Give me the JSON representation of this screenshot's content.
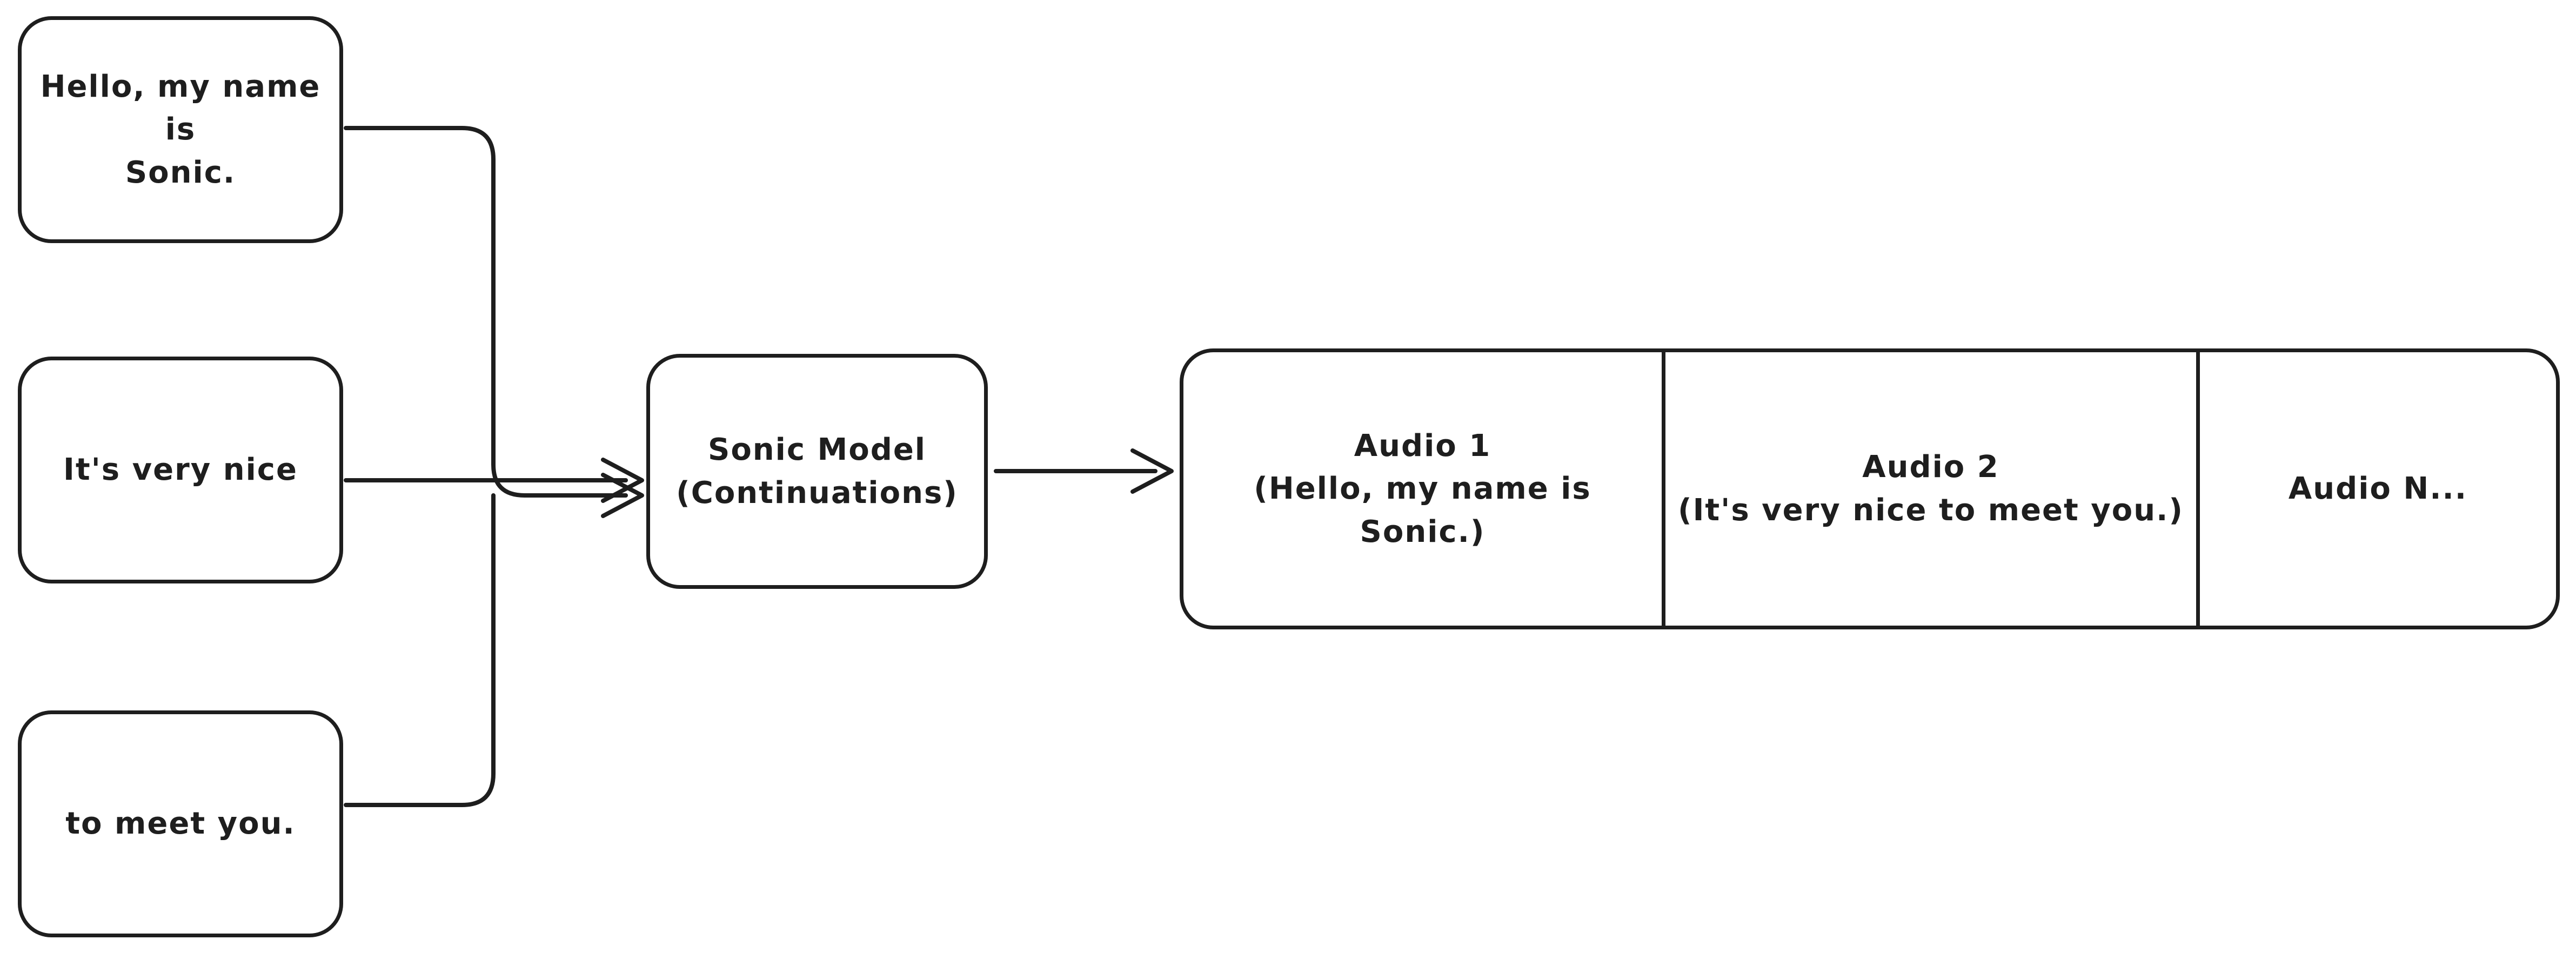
{
  "diagram": {
    "background_color": "#ffffff",
    "stroke_color": "#1e1e1e",
    "input_boxes": [
      {
        "label": "Hello, my name is\nSonic."
      },
      {
        "label": "It's very nice"
      },
      {
        "label": "to meet you."
      }
    ],
    "model_box": {
      "label": "Sonic Model\n(Continuations)"
    },
    "output_box": {
      "segments": [
        {
          "label": "Audio 1\n(Hello, my name is Sonic.)"
        },
        {
          "label": "Audio 2\n(It's very nice to meet you.)"
        },
        {
          "label": "Audio N..."
        }
      ]
    }
  }
}
